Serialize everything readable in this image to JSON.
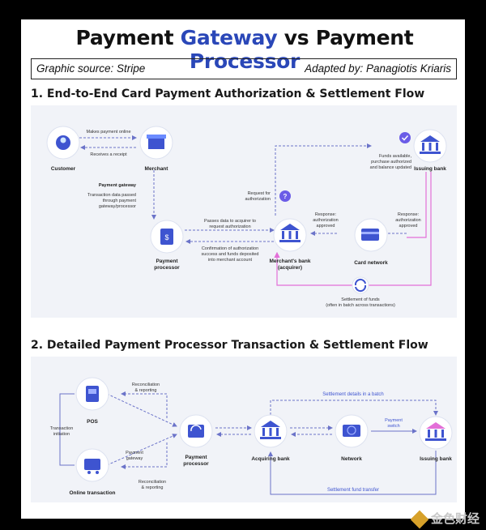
{
  "title": {
    "part1": "Payment ",
    "part2": "Gateway",
    "part3": " vs Payment ",
    "part4": "Processor"
  },
  "source": {
    "left": "Graphic source: Stripe",
    "right": "Adapted by: Panagiotis Kriaris"
  },
  "section1": {
    "heading": "1. End-to-End Card Payment Authorization & Settlement Flow",
    "customer": "Customer",
    "merchant": "Merchant",
    "makes_payment": "Makes payment online",
    "receives_receipt": "Receives a receipt",
    "gateway_title": "Payment gateway",
    "gateway_lines": [
      "Transaction data passed",
      "through payment",
      "gateway/processor"
    ],
    "payment_processor": [
      "Payment",
      "processor"
    ],
    "passes_data": [
      "Passes data to acquirer to",
      "request authorization"
    ],
    "confirmation": [
      "Confirmation of authorization",
      "success and funds deposited",
      "into merchant account"
    ],
    "merchants_bank": [
      "Merchant's bank",
      "(acquirer)"
    ],
    "request_auth": [
      "Request for",
      "authorization"
    ],
    "funds_available": [
      "Funds available,",
      "purchase authorized",
      "and balance updated"
    ],
    "issuing_bank": "Issuing bank",
    "card_network": "Card network",
    "response_left": [
      "Response:",
      "authorization",
      "approved"
    ],
    "response_right": [
      "Response:",
      "authorization",
      "approved"
    ],
    "settlement": [
      "Settlement of funds",
      "(often in batch across transactions)"
    ]
  },
  "section2": {
    "heading": "2. Detailed Payment Processor Transaction & Settlement Flow",
    "pos": "POS",
    "online": "Online transaction",
    "transaction_initiation": [
      "Transaction",
      "initiation"
    ],
    "recon_top": [
      "Reconciliation",
      "& reporting"
    ],
    "recon_bottom": [
      "Reconciliation",
      "& reporting"
    ],
    "payment_gateway": [
      "Payment",
      "gateway"
    ],
    "payment_processor": [
      "Payment",
      "processor"
    ],
    "acquiring_bank": "Acquiring bank",
    "network": "Network",
    "payment_switch": [
      "Payment",
      "switch"
    ],
    "issuing_bank": "Issuing bank",
    "settlement_details": "Settlement details in a batch",
    "settlement_transfer": "Settlement fund transfer"
  },
  "watermark": "金色财经",
  "colors": {
    "accent": "#2a47b8",
    "arrow": "#6b73c9",
    "pink": "#e36fd8",
    "icon": "#3e54d0"
  }
}
